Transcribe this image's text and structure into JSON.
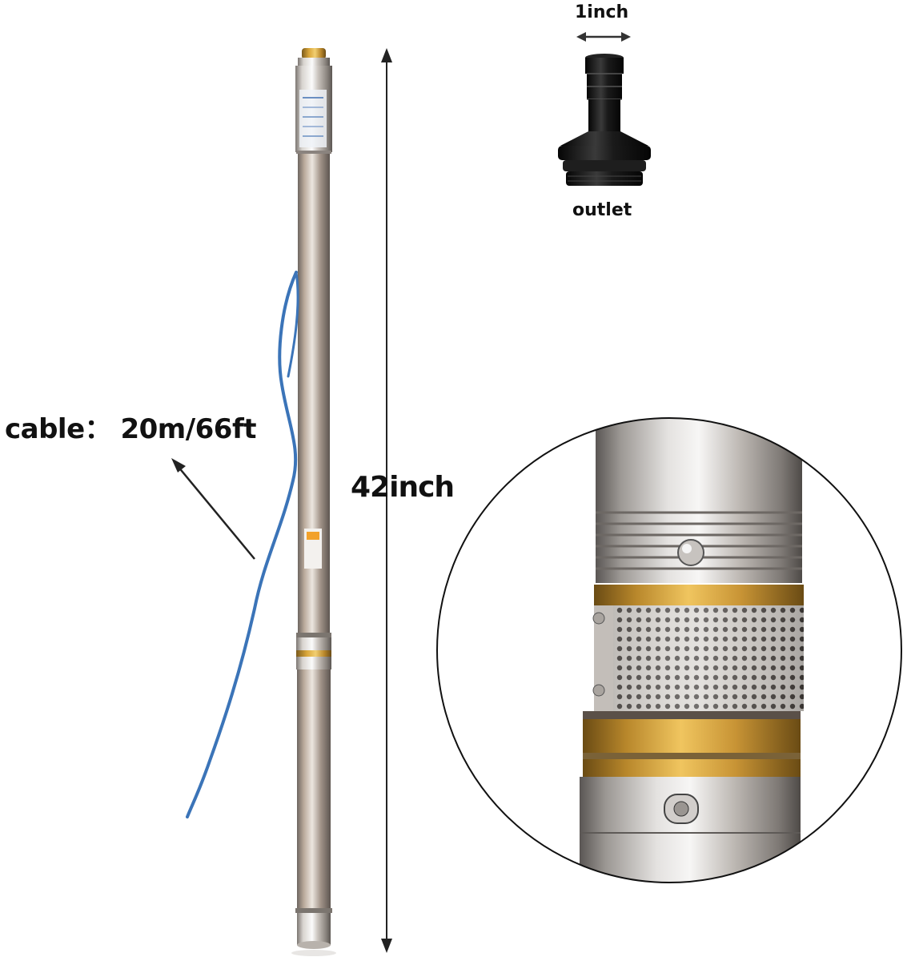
{
  "labels": {
    "inlet_size": "1inch",
    "outlet": "outlet",
    "cable": "cable：  20m/66ft",
    "height": "42inch"
  },
  "colors": {
    "steel_light": "#eef0f0",
    "steel_mid": "#b9b2aa",
    "steel_dark": "#6f6a66",
    "brass": "#c9972d",
    "cable_blue": "#3b74b8",
    "fitting_black": "#141414",
    "text": "#111111"
  },
  "icons": [
    "arrow-double-icon",
    "arrow-pointer-icon",
    "dimension-arrow-icon"
  ]
}
